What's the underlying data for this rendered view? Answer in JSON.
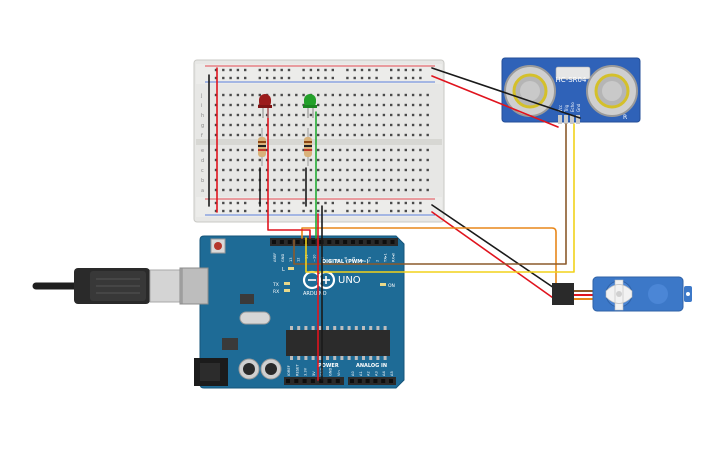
{
  "board": {
    "brand": "ARDUINO",
    "model": "UNO",
    "digital_label": "DIGITAL (PWM~)",
    "power_label": "POWER",
    "analog_label": "ANALOG IN",
    "on_label": "ON",
    "tx_label": "TX",
    "rx_label": "RX",
    "l_label": "L",
    "digital_pins": [
      "AREF",
      "GND",
      "13",
      "12",
      "~11",
      "~10",
      "~9",
      "8",
      "7",
      "~6",
      "~5",
      "4",
      "~3",
      "2",
      "TX▸1",
      "RX◂0"
    ],
    "power_pins": [
      "IOREF",
      "RESET",
      "3.3V",
      "5V",
      "GND",
      "GND",
      "Vin"
    ],
    "analog_pins": [
      "A0",
      "A1",
      "A2",
      "A3",
      "A4",
      "A5"
    ]
  },
  "sensor": {
    "model": "HC-SR04",
    "pins": [
      "Vcc",
      "Trig",
      "Echo",
      "Gnd"
    ],
    "side_mark": "R"
  },
  "breadboard": {
    "row_letters_top": [
      "j",
      "i",
      "h",
      "g",
      "f"
    ],
    "row_letters_bottom": [
      "e",
      "d",
      "c",
      "b",
      "a"
    ],
    "column_count": 30
  },
  "components": {
    "led_red": {
      "color": "#9b1c1c"
    },
    "led_green": {
      "color": "#23a02a"
    },
    "servo": {
      "color": "#3c78c8"
    }
  },
  "wires": {
    "red": "#e0141e",
    "black": "#1a1a1a",
    "orange": "#e8871a",
    "yellow": "#f2d21a",
    "brown": "#8b5a2b",
    "green": "#22aa33"
  }
}
